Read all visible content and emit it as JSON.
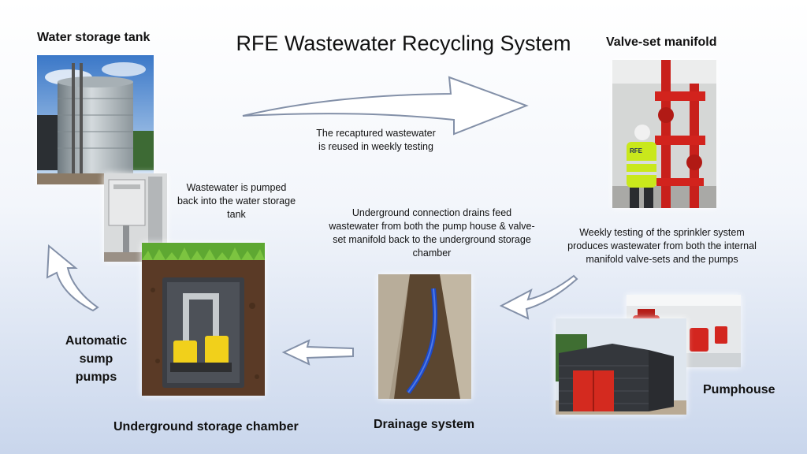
{
  "title": "RFE Wastewater Recycling System",
  "labels": {
    "water_tank": "Water storage tank",
    "valve_manifold": "Valve-set manifold",
    "pumphouse": "Pumphouse",
    "drainage": "Drainage system",
    "storage_chamber": "Underground storage chamber",
    "sump_pumps": "Automatic sump pumps"
  },
  "captions": {
    "reuse": "The recaptured wastewater is reused in weekly testing",
    "pumped_back": "Wastewater is pumped back into the water storage tank",
    "underground": "Underground connection drains feed wastewater from both the pump house & valve-set manifold back to the underground storage chamber",
    "weekly": "Weekly testing of the sprinkler system produces wastewater from both the internal manifold valve-sets and the pumps"
  },
  "photo_text": {
    "vest_logo": "RFE"
  }
}
